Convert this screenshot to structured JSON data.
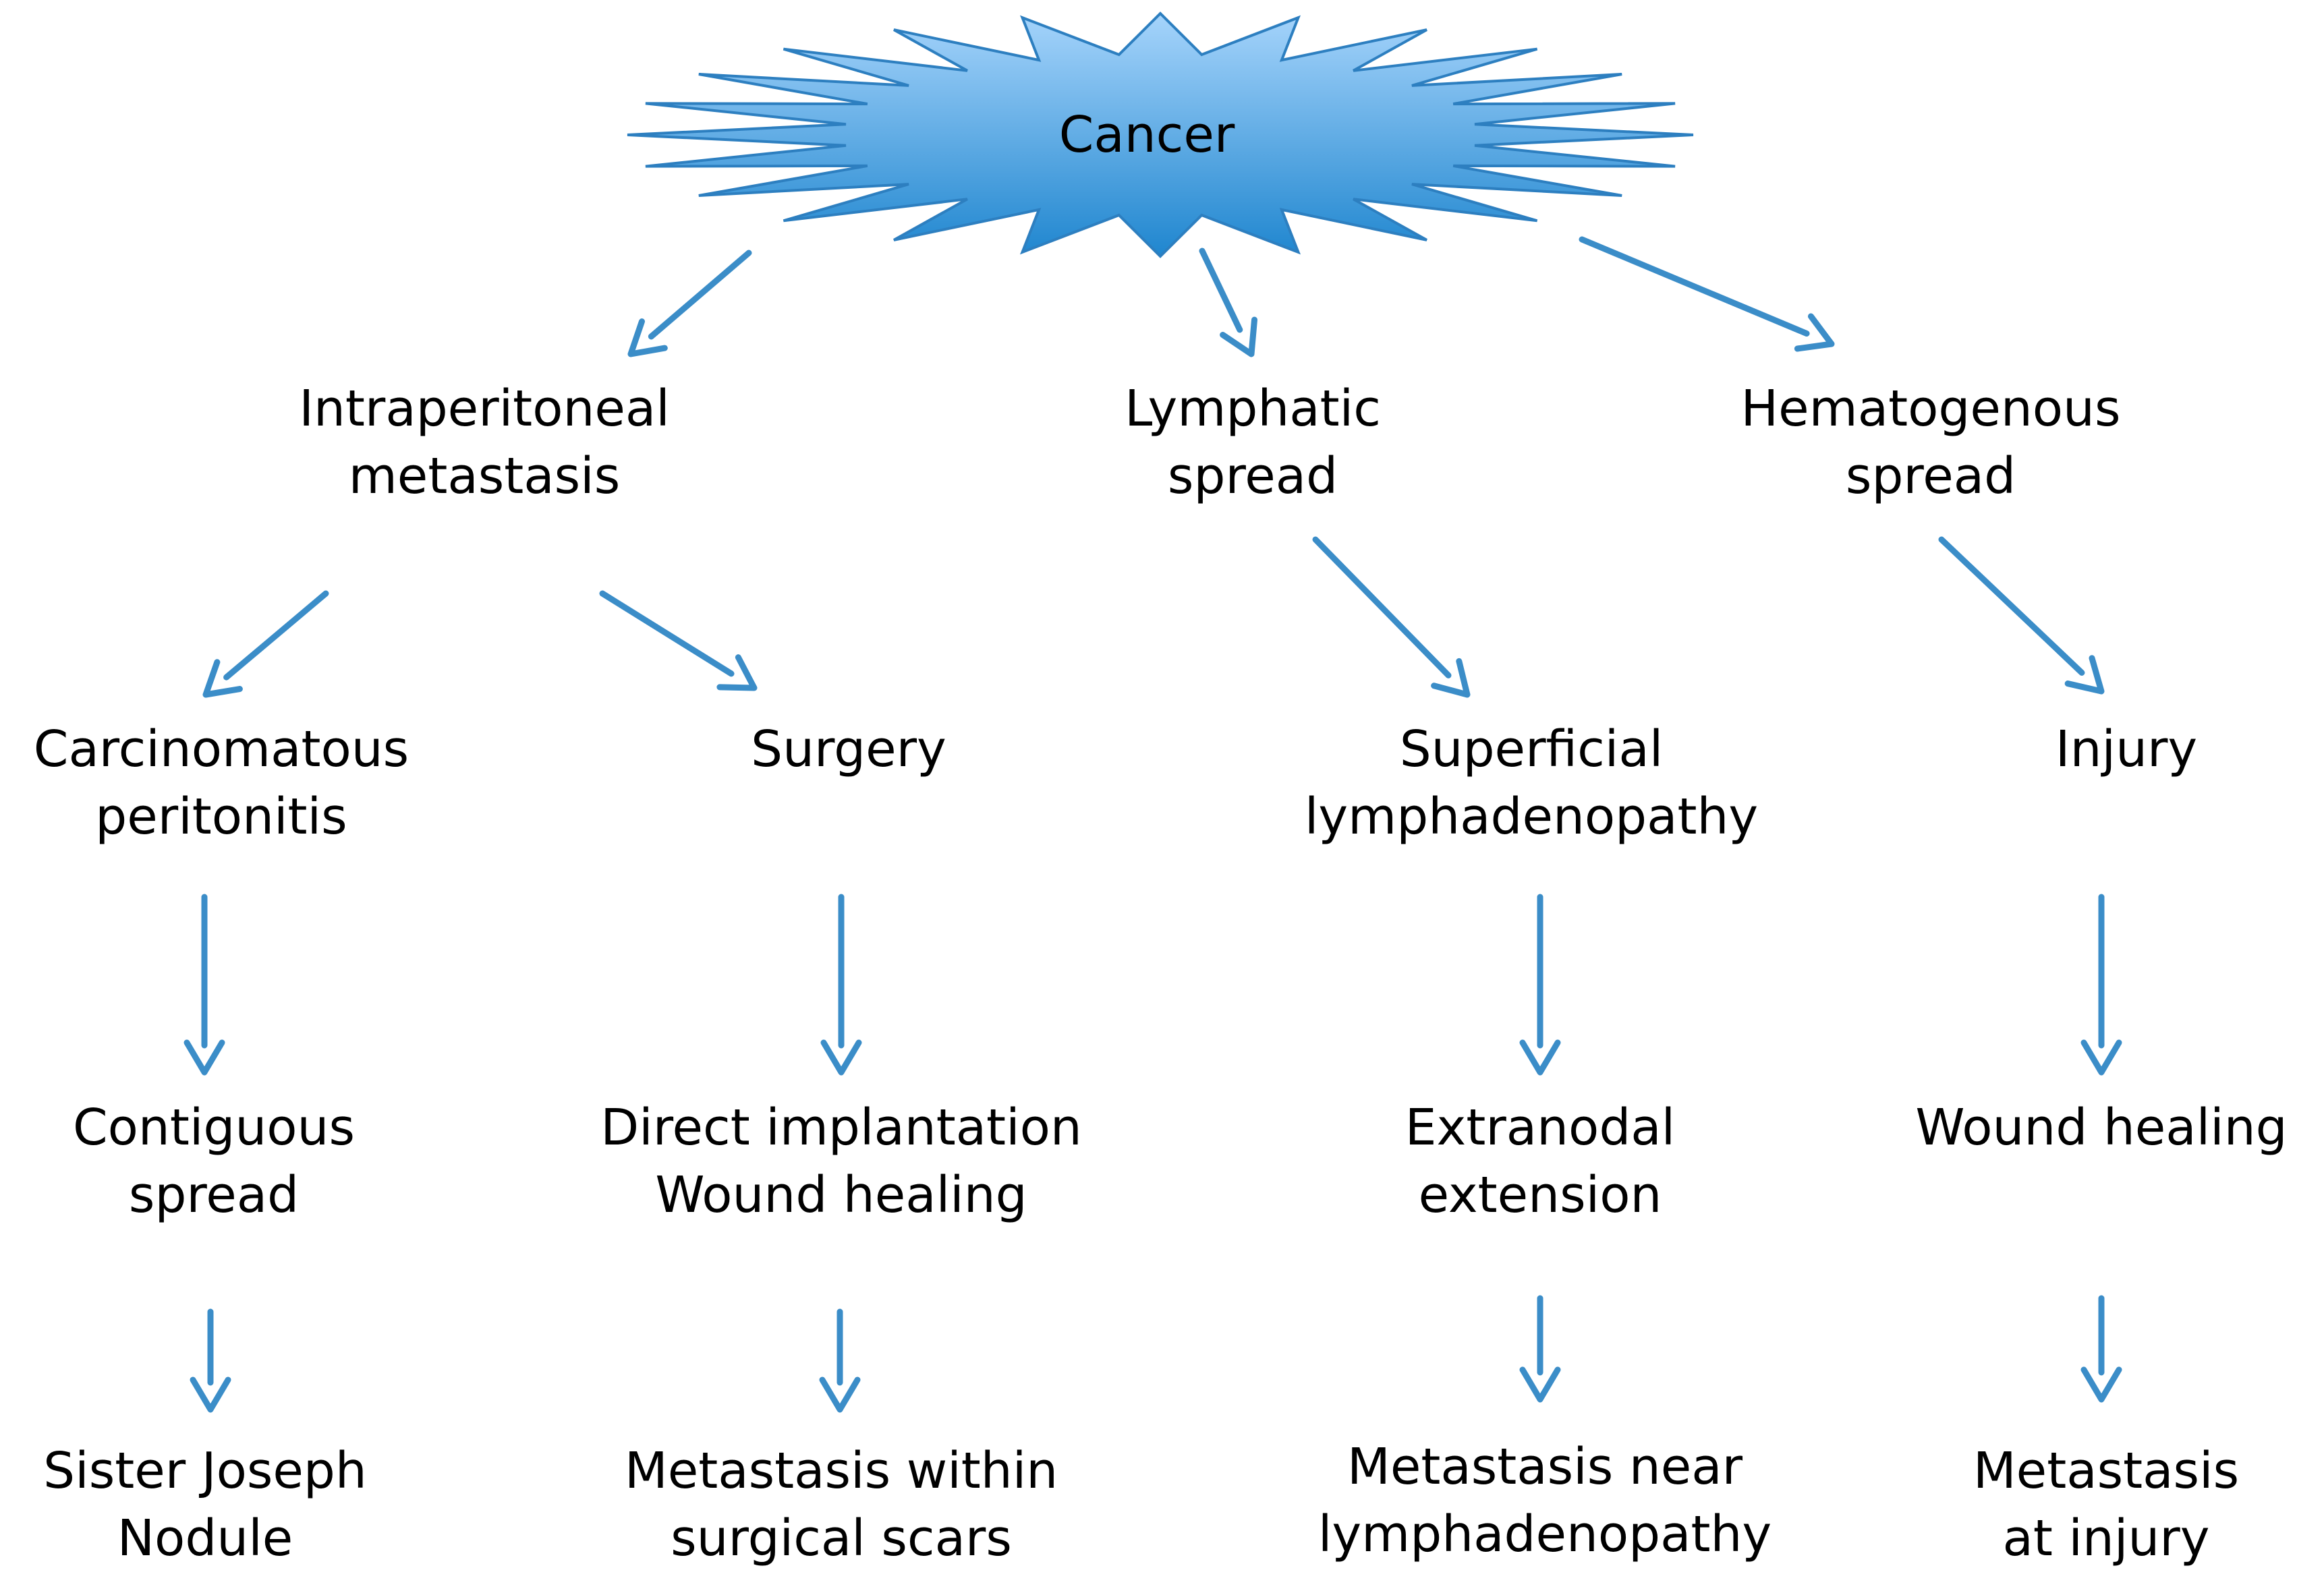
{
  "colors": {
    "arrow": "#3b8dc8",
    "burst_light": "#a6d4fb",
    "burst_dark": "#1f86cf",
    "burst_stroke": "#2d7fc0",
    "text": "#000000"
  },
  "nodes": {
    "cancer": {
      "line1": "Cancer"
    },
    "intraperitoneal": {
      "line1": "Intraperitoneal",
      "line2": "metastasis"
    },
    "lymphatic": {
      "line1": "Lymphatic",
      "line2": "spread"
    },
    "hematogenous": {
      "line1": "Hematogenous",
      "line2": "spread"
    },
    "carcinomatous": {
      "line1": "Carcinomatous",
      "line2": "peritonitis"
    },
    "surgery": {
      "line1": "Surgery"
    },
    "superficial": {
      "line1": "Superficial",
      "line2": "lymphadenopathy"
    },
    "injury": {
      "line1": "Injury"
    },
    "contiguous": {
      "line1": "Contiguous",
      "line2": "spread"
    },
    "direct_implantation": {
      "line1": "Direct implantation",
      "line2": "Wound healing"
    },
    "extranodal": {
      "line1": "Extranodal",
      "line2": "extension"
    },
    "wound_healing": {
      "line1": "Wound healing"
    },
    "sister_joseph": {
      "line1": "Sister Joseph",
      "line2": "Nodule"
    },
    "metastasis_scars": {
      "line1": "Metastasis within",
      "line2": "surgical scars"
    },
    "metastasis_lymph": {
      "line1": "Metastasis near",
      "line2": "lymphadenopathy"
    },
    "metastasis_injury": {
      "line1": "Metastasis",
      "line2": "at injury"
    }
  }
}
